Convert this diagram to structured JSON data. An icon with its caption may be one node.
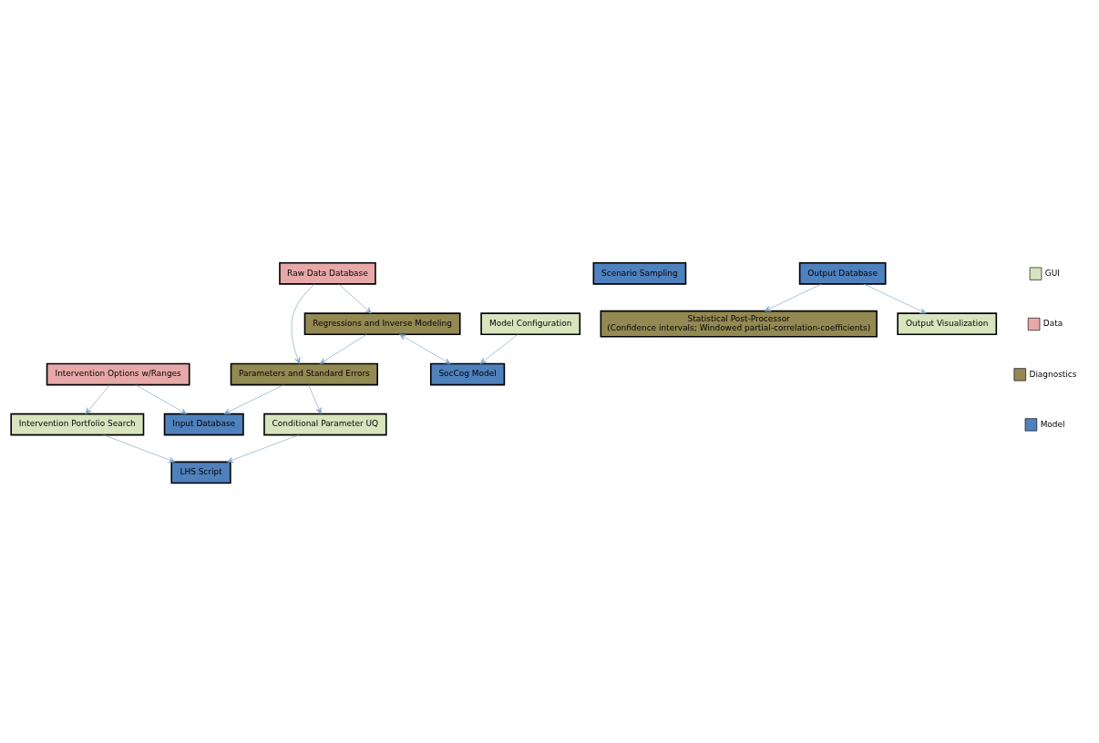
{
  "diagram": {
    "nodes": [
      {
        "text": [
          "Conditional Parameter UQ"
        ]
      },
      {
        "text": [
          "Parameters and Standard Errors"
        ]
      },
      {
        "text": [
          "Intervention Portfolio Search"
        ]
      },
      {
        "text": [
          "Intervention Options w/Ranges"
        ]
      },
      {
        "text": [
          "Raw Data Database"
        ]
      },
      {
        "text": [
          "Input Database"
        ]
      },
      {
        "text": [
          "Regressions and Inverse Modeling"
        ]
      },
      {
        "text": [
          "LHS Script"
        ]
      },
      {
        "text": [
          "Scenario Sampling"
        ]
      },
      {
        "text": [
          "SocCog Model"
        ]
      },
      {
        "text": [
          "Model Configuration"
        ]
      },
      {
        "text": [
          "Output Database"
        ]
      },
      {
        "text": [
          "Statistical Post-Processor",
          "(Confidence intervals; Windowed partial-correlation-coefficients)"
        ]
      },
      {
        "text": [
          "Output Visualization"
        ]
      }
    ],
    "edges": [
      {
        "from": 1,
        "to": 0,
        "arrow": "to"
      },
      {
        "from": 3,
        "to": 2,
        "arrow": "to"
      },
      {
        "from": 0,
        "to": 7,
        "arrow": "to"
      },
      {
        "from": 2,
        "to": 7,
        "arrow": "to"
      },
      {
        "from": 3,
        "to": 5,
        "arrow": "to"
      },
      {
        "from": 1,
        "to": 5,
        "arrow": "to"
      },
      {
        "from": 4,
        "to": 1,
        "arrow": "to"
      },
      {
        "from": 6,
        "to": 1,
        "arrow": "to"
      },
      {
        "from": 4,
        "to": 6,
        "arrow": "to"
      },
      {
        "from": 6,
        "to": 9,
        "arrow": "both"
      },
      {
        "from": 10,
        "to": 9,
        "arrow": "to"
      },
      {
        "from": 11,
        "to": 12,
        "arrow": "to"
      },
      {
        "from": 11,
        "to": 13,
        "arrow": "to"
      }
    ],
    "legend": [
      {
        "text": "GUI",
        "color": "#d7e4bd"
      },
      {
        "text": "Data",
        "color": "#e6a9a8"
      },
      {
        "text": "Diagnostics",
        "color": "#938953"
      },
      {
        "text": "Model",
        "color": "#4f81bd"
      }
    ]
  }
}
